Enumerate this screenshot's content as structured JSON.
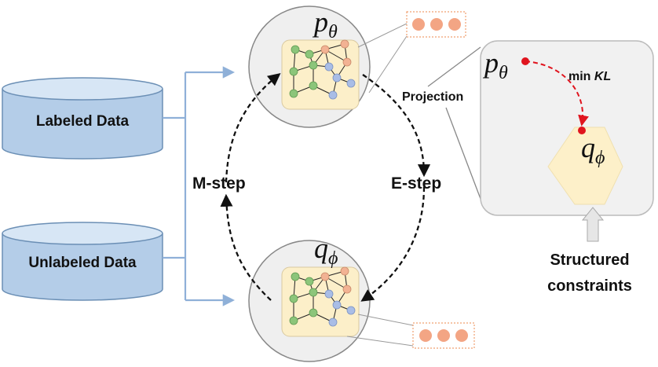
{
  "data_sources": {
    "labeled": "Labeled Data",
    "unlabeled": "Unlabeled Data"
  },
  "model_top": {
    "symbol": "p",
    "subscript": "θ"
  },
  "model_bottom": {
    "symbol": "q",
    "subscript": "ϕ"
  },
  "steps": {
    "m_step": "M-step",
    "e_step": "E-step"
  },
  "projection": {
    "label": "Projection",
    "p_symbol": "p",
    "p_subscript": "θ",
    "q_symbol": "q",
    "q_subscript": "ϕ",
    "min_prefix": "min ",
    "min_kl": "KL"
  },
  "constraints": {
    "line1": "Structured",
    "line2": "constraints"
  },
  "colors": {
    "cylinder_fill": "#b4cde8",
    "cylinder_top": "#d7e6f5",
    "cylinder_stroke": "#6b8fb5",
    "arrow_blue": "#8fb0d8",
    "graph_box": "#fcefc9",
    "node_green": "#8cc57a",
    "node_orange": "#f2b293",
    "node_blue": "#a9bde6",
    "ellipsis_node": "#f3a584",
    "ellipsis_border": "#f0a070",
    "panel_fill": "#f1f1f1",
    "hexagon_fill": "#fdf0c9",
    "kl_red": "#e0141e"
  }
}
